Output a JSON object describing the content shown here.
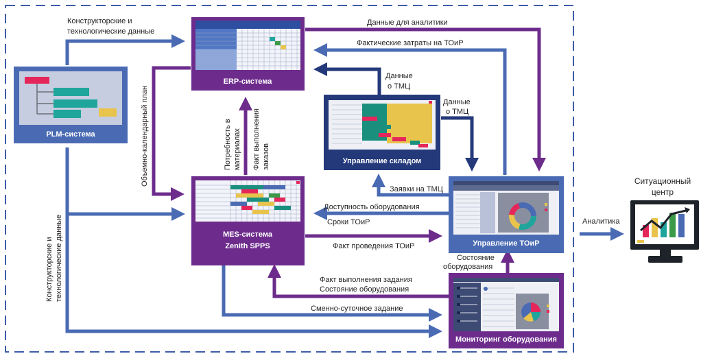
{
  "colors": {
    "blue": "#4a6bb3",
    "purple": "#6d2c8c",
    "navy": "#24397a",
    "dashed_border": "#3d5ba8",
    "text": "#231f20"
  },
  "boxes": {
    "plm": "PLM-система",
    "erp": "ERP-система",
    "warehouse": "Управление складом",
    "mes_line1": "MES-система",
    "mes_line2": "Zenith SPPS",
    "toir": "Управление ТОиР",
    "monitoring": "Мониторинг оборудования",
    "situation_line1": "Ситуационный",
    "situation_line2": "центр"
  },
  "arrows": {
    "plm_erp_line1": "Конструкторские и",
    "plm_erp_line2": "технологические данные",
    "analytics_data": "Данные для аналитики",
    "actual_costs": "Фактические затраты на ТОиР",
    "tmc_wh_line1": "Данные",
    "tmc_wh_line2": "о ТМЦ",
    "tmc_toir_line1": "Данные",
    "tmc_toir_line2": "о ТМЦ",
    "volume_plan": "Объемно-календарный план",
    "need_line1": "Потребность в",
    "need_line2": "материалах",
    "fact_orders_line1": "Факт выполнения",
    "fact_orders_line2": "заказов",
    "requests_tmc": "Заявки на ТМЦ",
    "availability": "Доступность оборудования",
    "toir_terms": "Сроки ТОиР",
    "fact_toir": "Факт проведения ТОиР",
    "analytics": "Аналитика",
    "eq_state_line1": "Состояние",
    "eq_state_line2": "оборудования",
    "fact_task_line1": "Факт выполнения задания",
    "fact_task_line2": "Состояние оборудования",
    "shift_task": "Сменно-суточное задание",
    "plm_side_line1": "Конструкторские и",
    "plm_side_line2": "технологические данные"
  }
}
